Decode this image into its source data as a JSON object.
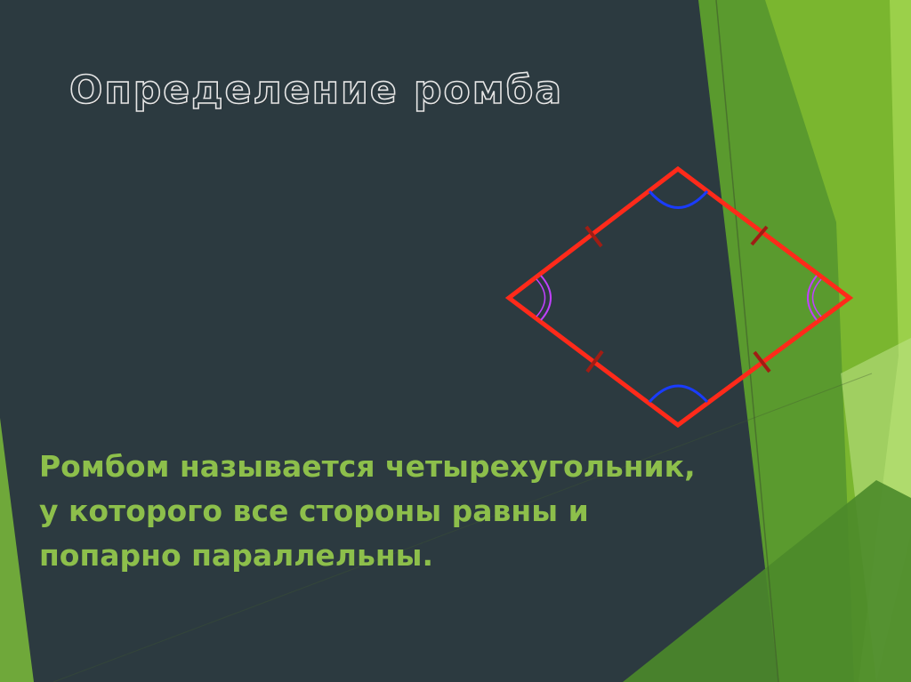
{
  "slide": {
    "title": "Определение ромба",
    "definition_lines": [
      "Ромбом называется четырехугольник,",
      "у которого все стороны равны и",
      "попарно параллельны."
    ]
  },
  "colors": {
    "background": "#2c3a40",
    "accent_green": "#8dbf4b",
    "rhombus_sides": "#ff2a1a",
    "tick_marks": "#a01d14",
    "angle_arcs_top_bottom": "#1a3cff",
    "angle_arcs_left_right": "#c040ff"
  }
}
